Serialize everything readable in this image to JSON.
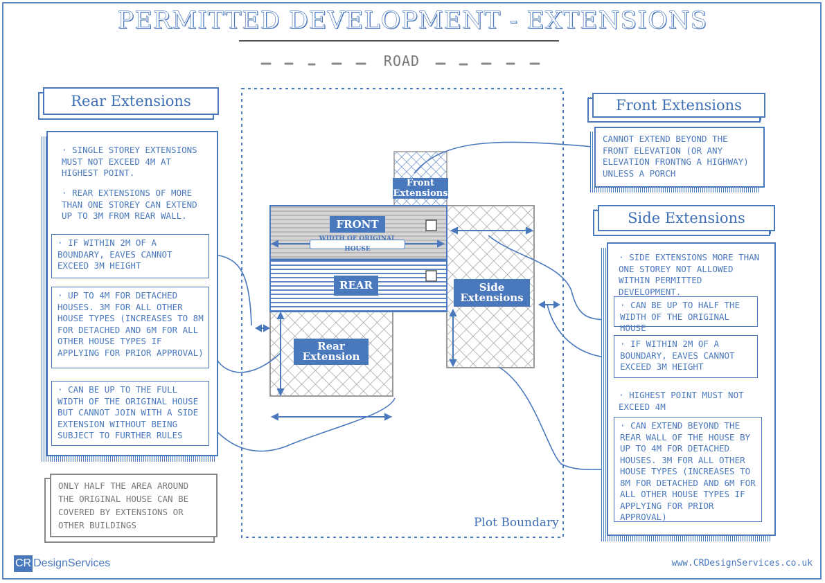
{
  "title": "PERMITTED DEVELOPMENT - EXTENSIONS",
  "road_label": "ROAD",
  "plot_label": "Plot Boundary",
  "rear_extensions": {
    "header": "Rear Extensions",
    "notes": [
      "SINGLE STOREY EXTENSIONS MUST NOT EXCEED 4M AT HIGHEST POINT.",
      "REAR EXTENSIONS OF MORE THAN ONE STOREY CAN EXTEND UP TO 3m FROM REAR WALL.",
      "IF WITHIN 2M OF A BOUNDARY, EAVES CANNOT EXCEED 3M HEIGHT",
      "UP TO 4M FOR DETACHED HOUSES. 3M FOR ALL OTHER HOUSE TYPES (INCREASES TO 8M FOR DETACHED AND 6M FOR ALL OTHER HOUSE TYPES IF APPLYING FOR PRIOR APPROVAL)",
      "CAN BE UP TO THE FULL WIDTH OF THE ORIGINAL HOUSE BUT CANNOT JOIN WITH A SIDE EXTENSION WITHOUT BEING SUBJECT TO FURTHER RULES"
    ]
  },
  "general_note": "ONLY HALF THE AREA AROUND THE ORIGINAL HOUSE CAN BE COVERED BY EXTENSIONS OR OTHER BUILDINGS",
  "front_extensions": {
    "header": "Front Extensions",
    "notes": [
      "CANNOT EXTEND BEYOND THE FRONT ELEVATION (OR ANY ELEVATION FRONTNG A HIGHWAY) UNLESS A PORCH"
    ]
  },
  "side_extensions": {
    "header": "Side Extensions",
    "notes": [
      "SIDE EXTENSIONS MORE THAN ONE STOREY NOT ALLOWED WITHIN PERMITTED DEVELOPMENT.",
      "CAN BE UP TO HALF THE WIDTH OF THE ORIGINAL HOUSE",
      "IF WITHIN 2M OF A BOUNDARY, EAVES CANNOT EXCEED 3M HEIGHT",
      "HIGHEST POINT MUST NOT EXCEED 4M",
      "CAN EXTEND BEYOND THE REAR WALL OF THE HOUSE BY UP TO 4M FOR DETACHED HOUSES. 3M FOR ALL OTHER HOUSE TYPES (INCREASES TO 8M FOR DETACHED AND 6M FOR ALL OTHER HOUSE TYPES IF APPLYING FOR PRIOR APPROVAL)"
    ]
  },
  "house": {
    "front_label": "FRONT",
    "rear_label": "REAR",
    "width_label": "WIDTH OF ORIGINAL HOUSE",
    "front_ext_line1": "Front",
    "front_ext_line2": "Extensions",
    "side_ext_line1": "Side",
    "side_ext_line2": "Extensions",
    "rear_ext_line1": "Rear",
    "rear_ext_line2": "Extension"
  },
  "logo": {
    "cr": "CR",
    "text": "DesignServices"
  },
  "url": "www.CRDesignServices.co.uk",
  "colors": {
    "accent": "#4a78bd",
    "grey": "#888888",
    "hatch": "#999999"
  }
}
